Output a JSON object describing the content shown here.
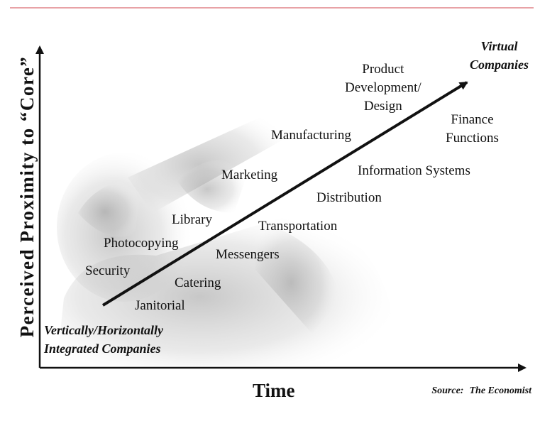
{
  "axes": {
    "y_label": "Perceived Proximity to “Core”",
    "x_label": "Time"
  },
  "endpoints": {
    "start": [
      "Vertically/Horizontally",
      "Integrated Companies"
    ],
    "end": [
      "Virtual",
      "Companies"
    ]
  },
  "functions": {
    "security": "Security",
    "photocopying": "Photocopying",
    "library": "Library",
    "marketing": "Marketing",
    "manufacturing": "Manufacturing",
    "product_development": [
      "Product",
      "Development/",
      "Design"
    ],
    "finance": [
      "Finance",
      "Functions"
    ],
    "information_systems": "Information Systems",
    "distribution": "Distribution",
    "transportation": "Transportation",
    "messengers": "Messengers",
    "catering": "Catering",
    "janitorial": "Janitorial"
  },
  "source": {
    "prefix": "Source:",
    "name": "The Economist"
  },
  "colors": {
    "rule": "#e8a2a6",
    "ink": "#111111",
    "photo_tint": "#cfcfcf"
  }
}
